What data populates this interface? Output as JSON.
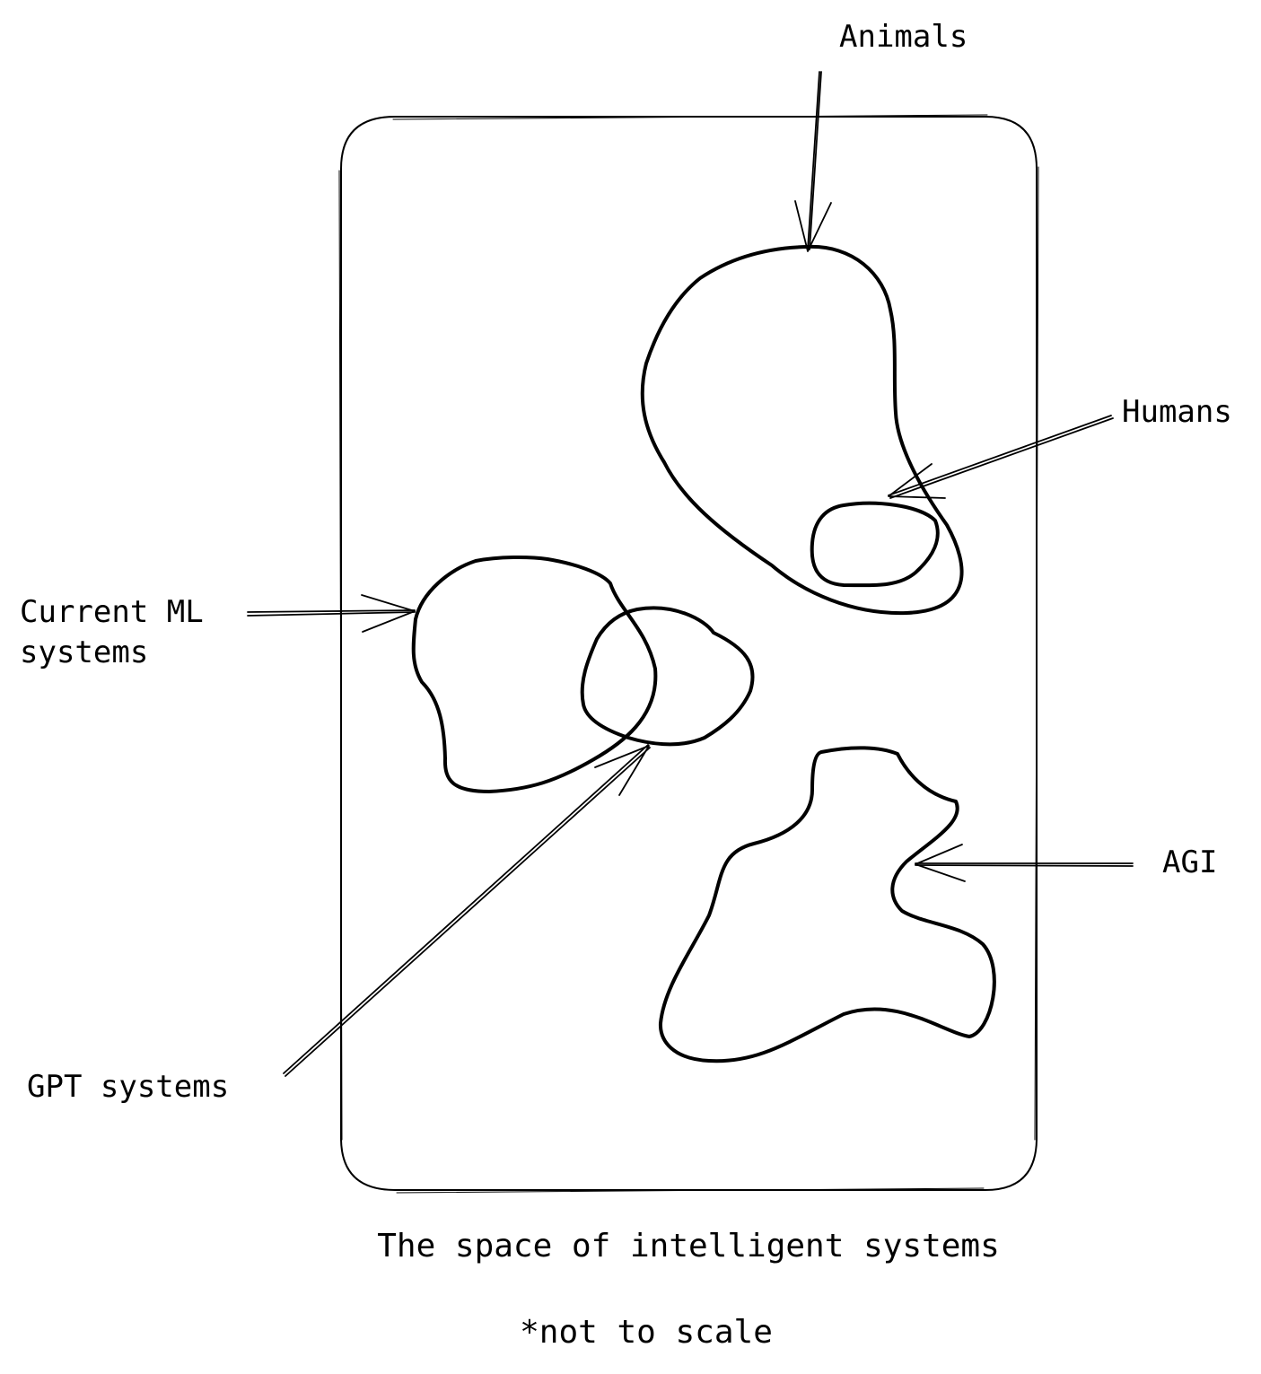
{
  "labels": {
    "animals": "Animals",
    "humans": "Humans",
    "current_ml_line1": "Current ML",
    "current_ml_line2": "systems",
    "gpt": "GPT systems",
    "agi": "AGI"
  },
  "caption": {
    "title": "The space of intelligent systems",
    "note": "*not to scale"
  },
  "colors": {
    "ink": "#000000",
    "background": "#ffffff"
  }
}
